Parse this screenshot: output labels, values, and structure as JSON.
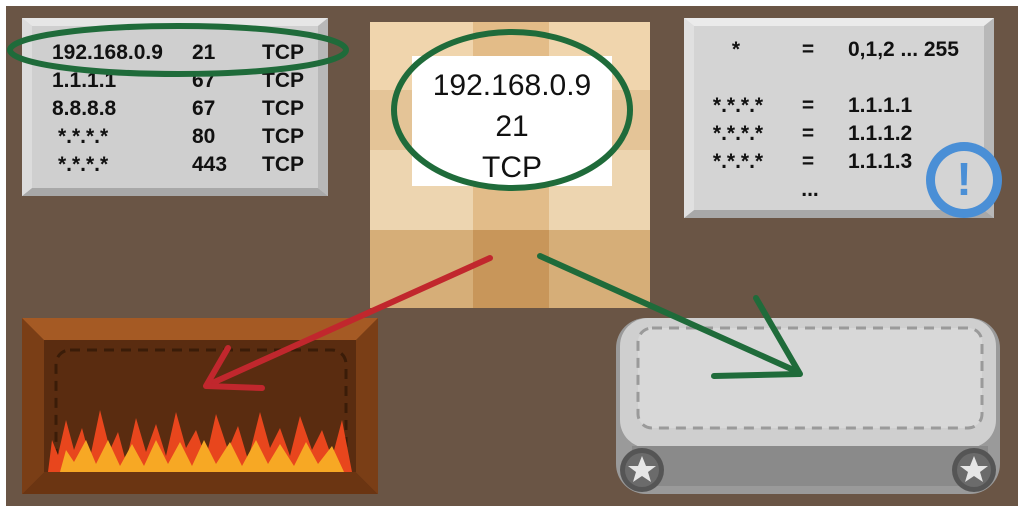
{
  "rules_table": {
    "rows": [
      {
        "ip": "192.168.0.9",
        "port": "21",
        "protocol": "TCP"
      },
      {
        "ip": "1.1.1.1",
        "port": "67",
        "protocol": "TCP"
      },
      {
        "ip": "8.8.8.8",
        "port": "67",
        "protocol": "TCP"
      },
      {
        "ip": "*.*.*.*",
        "port": "80",
        "protocol": "TCP"
      },
      {
        "ip": "*.*.*.*",
        "port": "443",
        "protocol": "TCP"
      }
    ]
  },
  "packet_label": {
    "ip": "192.168.0.9",
    "port": "21",
    "protocol": "TCP"
  },
  "wildcard_note": {
    "rows": [
      {
        "left": "*",
        "eq": "=",
        "right": "0,1,2 ... 255"
      },
      {
        "left": "*.*.*.*",
        "eq": "=",
        "right": "1.1.1.1"
      },
      {
        "left": "*.*.*.*",
        "eq": "=",
        "right": "1.1.1.2"
      },
      {
        "left": "*.*.*.*",
        "eq": "=",
        "right": "1.1.1.3"
      },
      {
        "left": "",
        "eq": "...",
        "right": ""
      }
    ],
    "alert_symbol": "!"
  },
  "icons": {
    "alert": "exclamation-circle-icon",
    "fire": "fire-icon",
    "conveyor": "conveyor-belt-icon",
    "box": "cardboard-box-icon"
  },
  "colors": {
    "background": "#6a5545",
    "highlight_ellipse": "#1f6b3a",
    "reject_arrow": "#c1272d",
    "accept_arrow": "#1f6b3a",
    "alert": "#4a8fd6",
    "note_panel": "#d4d4d4"
  }
}
